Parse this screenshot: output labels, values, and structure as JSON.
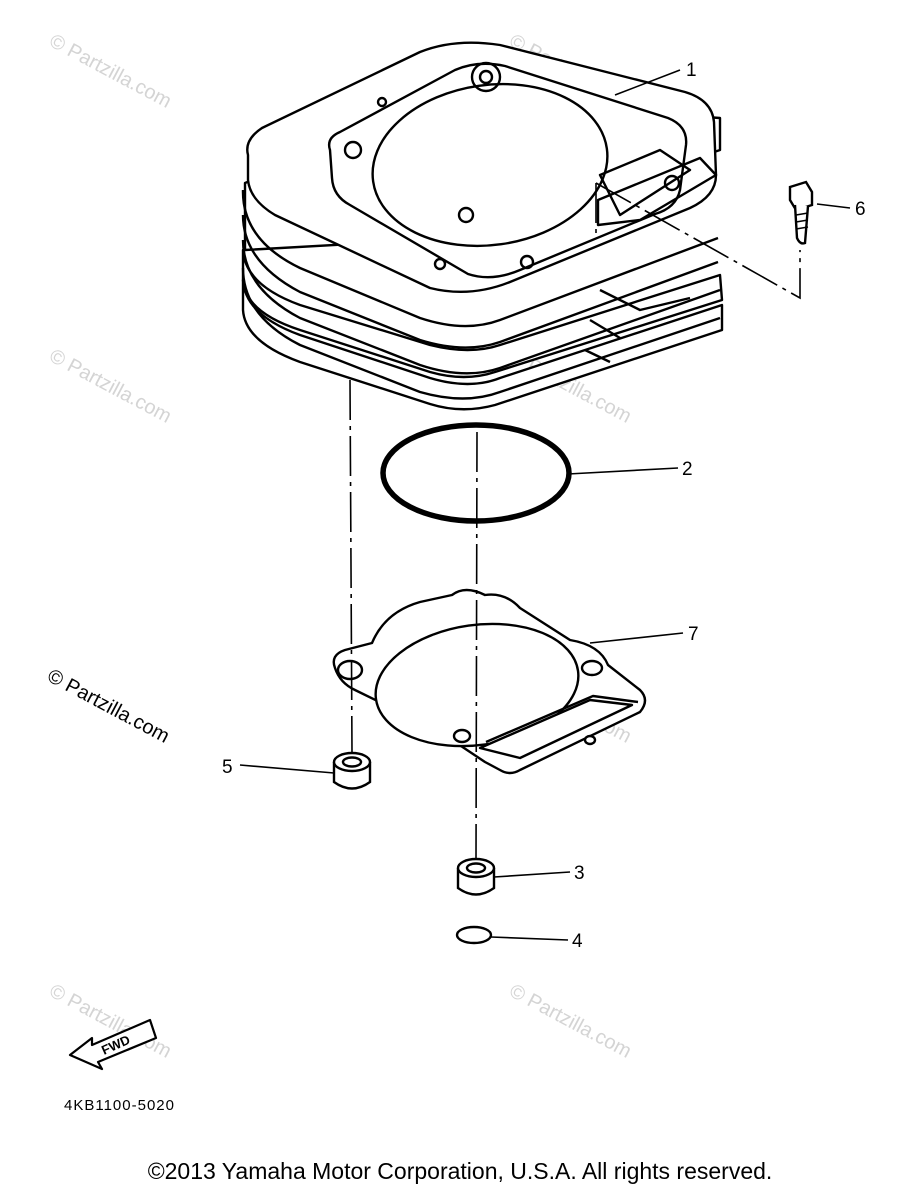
{
  "parts": [
    {
      "num": "1",
      "name": "cylinder"
    },
    {
      "num": "2",
      "name": "o-ring"
    },
    {
      "num": "3",
      "name": "dowel-pin"
    },
    {
      "num": "4",
      "name": "o-ring-small"
    },
    {
      "num": "5",
      "name": "dowel-pin"
    },
    {
      "num": "6",
      "name": "bolt"
    },
    {
      "num": "7",
      "name": "cylinder-gasket"
    }
  ],
  "watermark": "© Partzilla.com",
  "fwd_label": "FWD",
  "diagram_code": "4KB1100-5020",
  "copyright": "©2013 Yamaha Motor Corporation, U.S.A. All rights reserved."
}
